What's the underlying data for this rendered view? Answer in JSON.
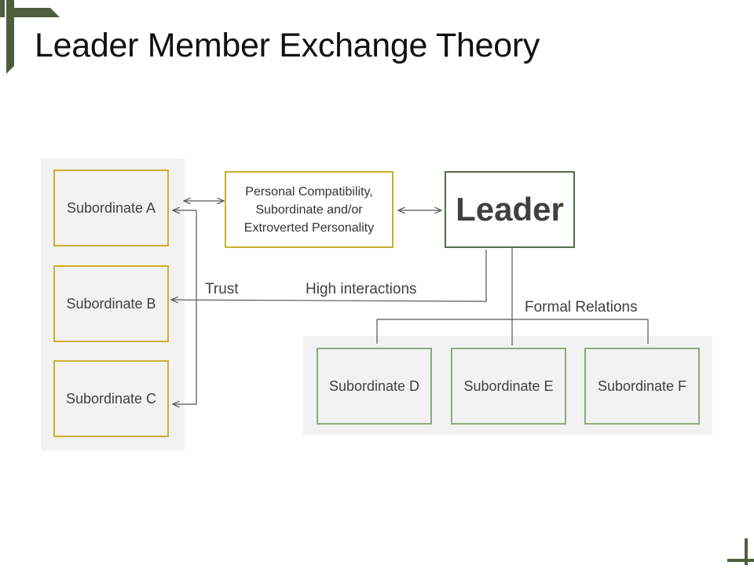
{
  "title": "Leader Member Exchange Theory",
  "leader": "Leader",
  "compatibility": {
    "line1": "Personal Compatibility,",
    "line2": "Subordinate and/or",
    "line3": "Extroverted Personality"
  },
  "subordinates_left": [
    "Subordinate A",
    "Subordinate B",
    "Subordinate C"
  ],
  "subordinates_bottom": [
    "Subordinate D",
    "Subordinate E",
    "Subordinate F"
  ],
  "labels": {
    "trust": "Trust",
    "high_interactions": "High interactions",
    "formal_relations": "Formal Relations"
  },
  "colors": {
    "accent_dark_green": "#4d5e3f",
    "leader_border": "#556b4a",
    "gold_border": "#c9b02e",
    "green_border": "#8faa80",
    "panel": "#f2f2f2"
  }
}
